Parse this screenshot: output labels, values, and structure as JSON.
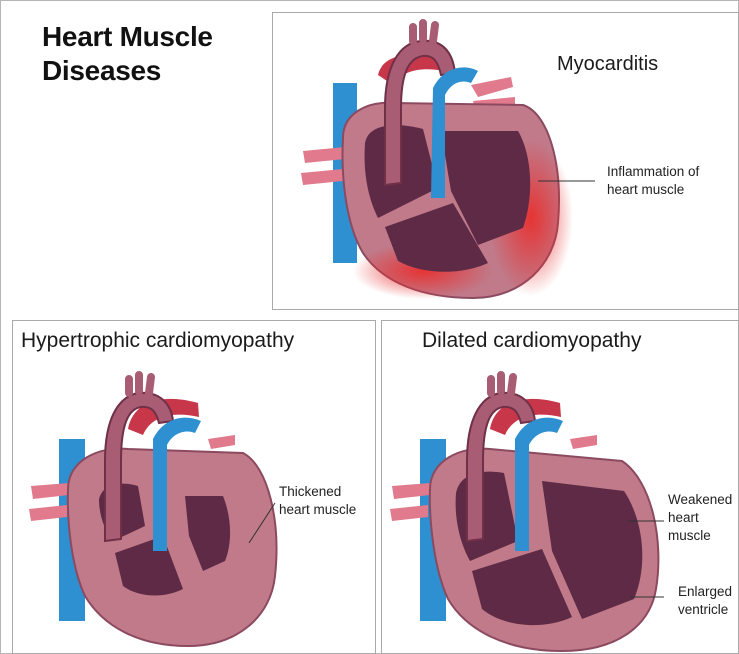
{
  "title": {
    "line1": "Heart Muscle",
    "line2": "Diseases"
  },
  "panels": {
    "myocarditis": {
      "title": "Myocarditis",
      "annotation": [
        "Inflammation of",
        "heart muscle"
      ]
    },
    "hypertrophic": {
      "title": "Hypertrophic cardiomyopathy",
      "annotation": [
        "Thickened",
        "heart muscle"
      ]
    },
    "dilated": {
      "title": "Dilated cardiomyopathy",
      "annotation_muscle": [
        "Weakened",
        "heart",
        "muscle"
      ],
      "annotation_ventricle": [
        "Enlarged",
        "ventricle"
      ]
    }
  },
  "colors": {
    "muscle": "#c07a8a",
    "chamber": "#5e2a45",
    "vein": "#2e8fd1",
    "artery": "#c8364a",
    "inflammation": "#e8302f"
  }
}
